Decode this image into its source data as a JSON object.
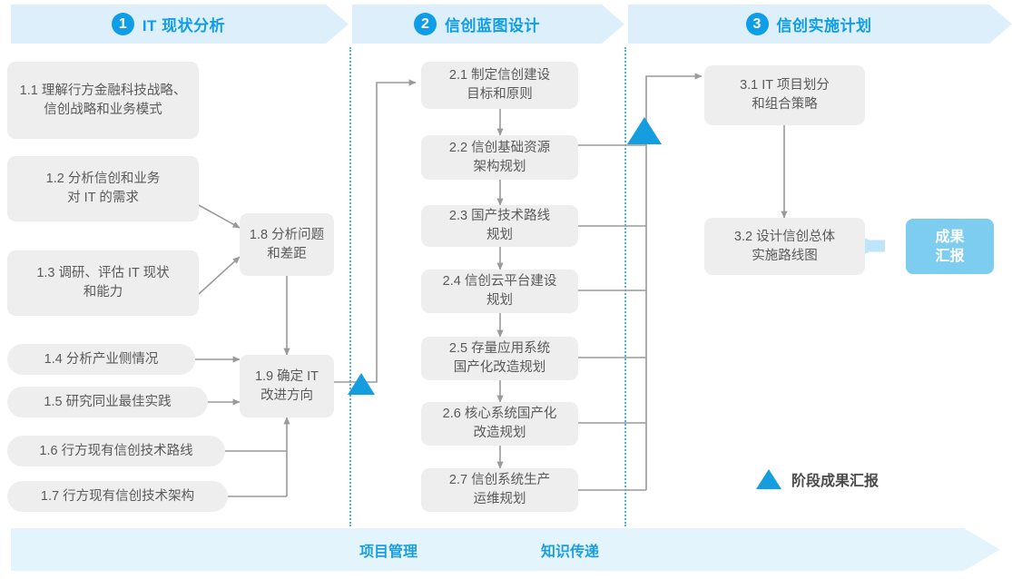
{
  "phases": [
    {
      "num": "1",
      "title": "IT 现状分析"
    },
    {
      "num": "2",
      "title": "信创蓝图设计"
    },
    {
      "num": "3",
      "title": "信创实施计划"
    }
  ],
  "colors": {
    "accent_blue": "#0f9de8",
    "milestone_blue": "#149ee0",
    "band_fill": "#ddeffb",
    "box_fill": "#eeeeee",
    "box_text": "#5a5a5a",
    "result_fill": "#7ccdf0",
    "bottom_band_fill": "#e4f4fc",
    "divider_dotted": "#46b5ea"
  },
  "phase1_boxes": [
    {
      "id": "1.1",
      "text": "1.1 理解行方金融科技战略、\n信创战略和业务模式"
    },
    {
      "id": "1.2",
      "text": "1.2 分析信创和业务\n对 IT 的需求"
    },
    {
      "id": "1.3",
      "text": "1.3 调研、评估 IT 现状\n和能力"
    },
    {
      "id": "1.4",
      "text": "1.4 分析产业侧情况"
    },
    {
      "id": "1.5",
      "text": "1.5 研究同业最佳实践"
    },
    {
      "id": "1.6",
      "text": "1.6 行方现有信创技术路线"
    },
    {
      "id": "1.7",
      "text": "1.7 行方现有信创技术架构"
    },
    {
      "id": "1.8",
      "text": "1.8 分析问题\n和差距"
    },
    {
      "id": "1.9",
      "text": "1.9 确定 IT\n改进方向"
    }
  ],
  "phase2_boxes": [
    {
      "id": "2.1",
      "text": "2.1 制定信创建设\n目标和原则"
    },
    {
      "id": "2.2",
      "text": "2.2 信创基础资源\n架构规划"
    },
    {
      "id": "2.3",
      "text": "2.3 国产技术路线\n规划"
    },
    {
      "id": "2.4",
      "text": "2.4 信创云平台建设\n规划"
    },
    {
      "id": "2.5",
      "text": "2.5 存量应用系统\n国产化改造规划"
    },
    {
      "id": "2.6",
      "text": "2.6 核心系统国产化\n改造规划"
    },
    {
      "id": "2.7",
      "text": "2.7 信创系统生产\n运维规划"
    }
  ],
  "phase3_boxes": [
    {
      "id": "3.1",
      "text": "3.1 IT 项目划分\n和组合策略"
    },
    {
      "id": "3.2",
      "text": "3.2 设计信创总体\n实施路线图"
    }
  ],
  "result_badge": {
    "text": "成果\n汇报"
  },
  "legend": {
    "label": "阶段成果汇报",
    "icon": "milestone-triangle-icon"
  },
  "bottom_band": {
    "items": [
      {
        "label": "项目管理"
      },
      {
        "label": "知识传递"
      }
    ]
  }
}
